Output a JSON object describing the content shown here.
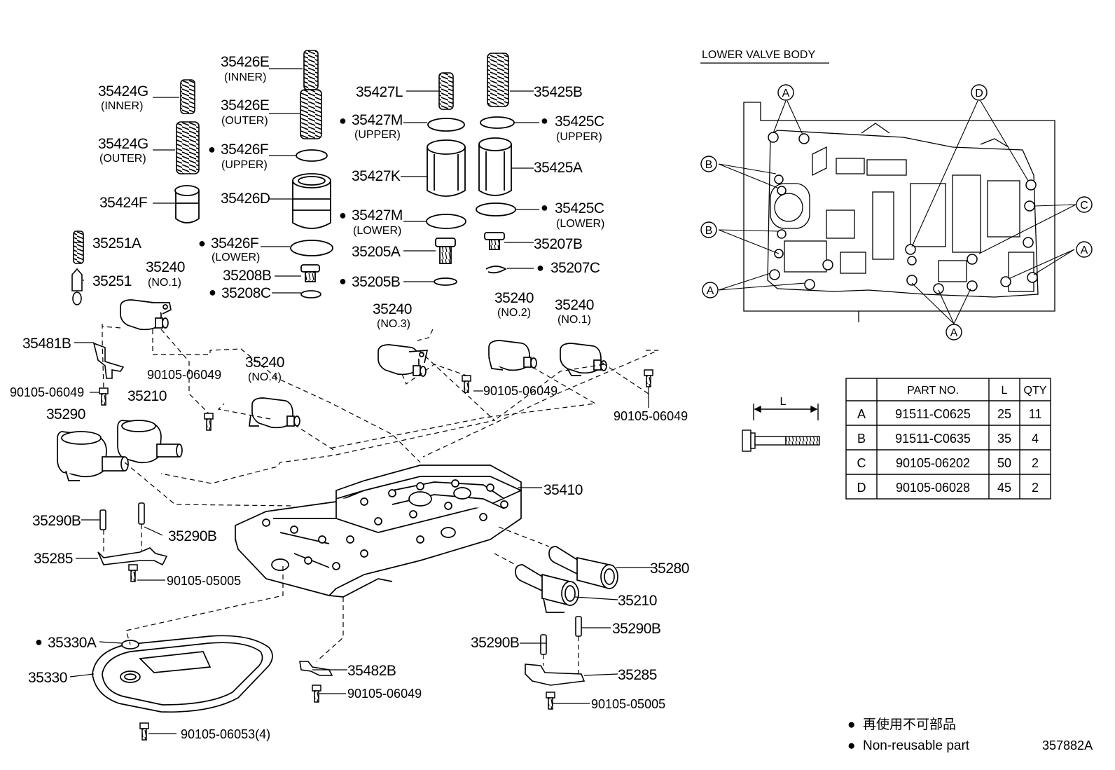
{
  "labels": [
    {
      "id": "35426E_inner",
      "num": "35426E",
      "sub": "(INNER)"
    },
    {
      "id": "35424G_inner",
      "num": "35424G",
      "sub": "(INNER)"
    },
    {
      "id": "35426E_outer",
      "num": "35426E",
      "sub": "(OUTER)"
    },
    {
      "id": "35424G_outer",
      "num": "35424G",
      "sub": "(OUTER)"
    },
    {
      "id": "35426F_upper",
      "num": "35426F",
      "sub": "(UPPER)",
      "nonreusable": true
    },
    {
      "id": "35426D",
      "num": "35426D"
    },
    {
      "id": "35424F",
      "num": "35424F"
    },
    {
      "id": "35251A",
      "num": "35251A"
    },
    {
      "id": "35426F_lower",
      "num": "35426F",
      "sub": "(LOWER)",
      "nonreusable": true
    },
    {
      "id": "35208B",
      "num": "35208B"
    },
    {
      "id": "35208C",
      "num": "35208C",
      "nonreusable": true
    },
    {
      "id": "35251",
      "num": "35251"
    },
    {
      "id": "35240_no1_left",
      "num": "35240",
      "sub": "(NO.1)"
    },
    {
      "id": "35427L",
      "num": "35427L"
    },
    {
      "id": "35427M_upper",
      "num": "35427M",
      "sub": "(UPPER)",
      "nonreusable": true
    },
    {
      "id": "35427K",
      "num": "35427K"
    },
    {
      "id": "35427M_lower",
      "num": "35427M",
      "sub": "(LOWER)",
      "nonreusable": true
    },
    {
      "id": "35205A",
      "num": "35205A"
    },
    {
      "id": "35205B",
      "num": "35205B",
      "nonreusable": true
    },
    {
      "id": "35425B",
      "num": "35425B"
    },
    {
      "id": "35425C_upper",
      "num": "35425C",
      "sub": "(UPPER)",
      "nonreusable": true
    },
    {
      "id": "35425A",
      "num": "35425A"
    },
    {
      "id": "35425C_lower",
      "num": "35425C",
      "sub": "(LOWER)",
      "nonreusable": true
    },
    {
      "id": "35207B",
      "num": "35207B"
    },
    {
      "id": "35207C",
      "num": "35207C",
      "nonreusable": true
    },
    {
      "id": "35481B",
      "num": "35481B"
    },
    {
      "id": "bolt_90105_06049_a",
      "num": "90105-06049"
    },
    {
      "id": "bolt_90105_06049_b",
      "num": "90105-06049"
    },
    {
      "id": "35240_no4",
      "num": "35240",
      "sub": "(NO.4)"
    },
    {
      "id": "35210_left",
      "num": "35210"
    },
    {
      "id": "35290",
      "num": "35290"
    },
    {
      "id": "35240_no3",
      "num": "35240",
      "sub": "(NO.3)"
    },
    {
      "id": "35240_no2",
      "num": "35240",
      "sub": "(NO.2)"
    },
    {
      "id": "35240_no1_right",
      "num": "35240",
      "sub": "(NO.1)"
    },
    {
      "id": "bolt_90105_06049_c",
      "num": "90105-06049"
    },
    {
      "id": "bolt_90105_06049_d",
      "num": "90105-06049"
    },
    {
      "id": "35410",
      "num": "35410"
    },
    {
      "id": "35290B_a",
      "num": "35290B"
    },
    {
      "id": "35290B_b",
      "num": "35290B"
    },
    {
      "id": "35285_left",
      "num": "35285"
    },
    {
      "id": "bolt_90105_05005_a",
      "num": "90105-05005"
    },
    {
      "id": "35280",
      "num": "35280"
    },
    {
      "id": "35210_right",
      "num": "35210"
    },
    {
      "id": "35290B_c",
      "num": "35290B"
    },
    {
      "id": "35290B_d",
      "num": "35290B"
    },
    {
      "id": "35330A",
      "num": "35330A",
      "nonreusable": true
    },
    {
      "id": "35330",
      "num": "35330"
    },
    {
      "id": "35482B",
      "num": "35482B"
    },
    {
      "id": "35285_right",
      "num": "35285"
    },
    {
      "id": "bolt_90105_06049_e",
      "num": "90105-06049"
    },
    {
      "id": "bolt_90105_05005_b",
      "num": "90105-05005"
    },
    {
      "id": "bolt_90105_06053",
      "num": "90105-06053(4)"
    }
  ],
  "lower_valve_body": {
    "title": "LOWER VALVE BODY",
    "callouts": [
      "A",
      "B",
      "B",
      "A",
      "D",
      "C",
      "A",
      "A"
    ],
    "bolt_dimension_label": "L"
  },
  "bolt_table": {
    "headers": [
      "",
      "PART NO.",
      "L",
      "QTY"
    ],
    "rows": [
      {
        "key": "A",
        "part": "91511-C0625",
        "l": "25",
        "qty": "11"
      },
      {
        "key": "B",
        "part": "91511-C0635",
        "l": "35",
        "qty": "4"
      },
      {
        "key": "C",
        "part": "90105-06202",
        "l": "50",
        "qty": "2"
      },
      {
        "key": "D",
        "part": "90105-06028",
        "l": "45",
        "qty": "2"
      }
    ]
  },
  "legend": {
    "symbol": "●",
    "line_jp": "再使用不可部品",
    "line_en": "Non-reusable part"
  },
  "illustration_ref": "357882A"
}
